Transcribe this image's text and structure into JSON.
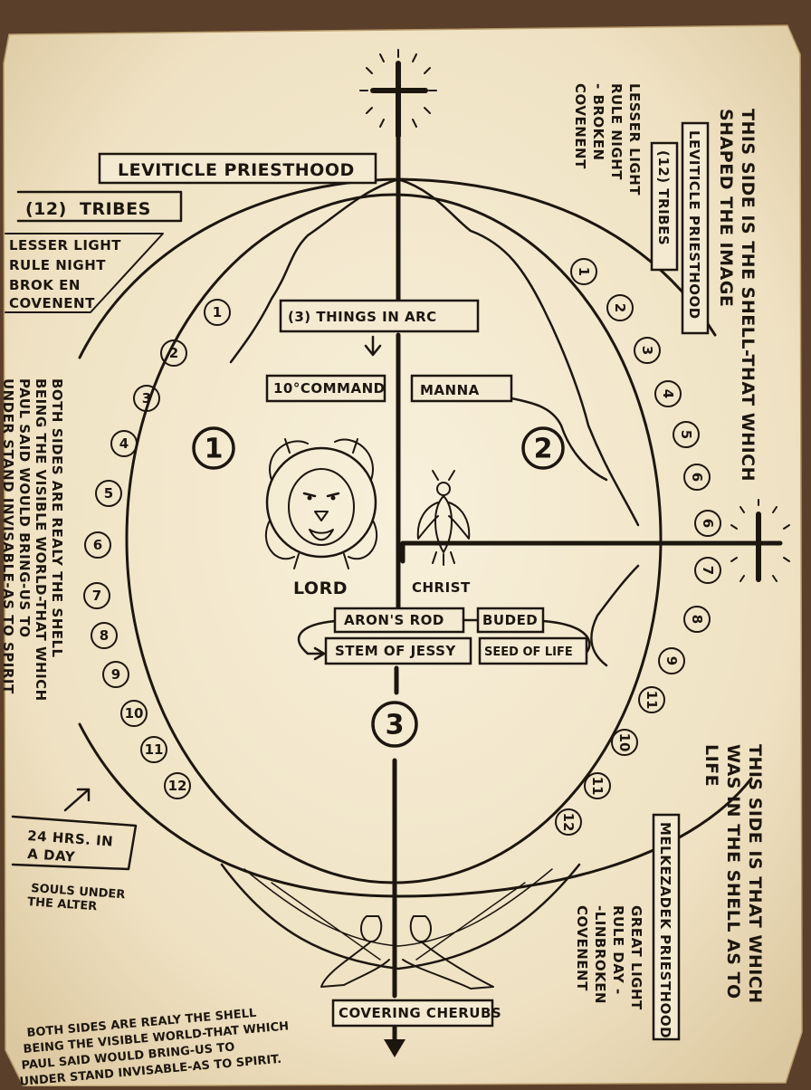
{
  "header": {
    "leviticle_priesthood": "LEVITICLE PRIESTHOOD",
    "twelve_tribes_num": "(12)",
    "twelve_tribes_word": "TRIBES"
  },
  "left_note": {
    "lines": [
      "LESSER  LIGHT",
      "RULE  NIGHT",
      "BROK EN",
      "COVENENT"
    ]
  },
  "center": {
    "three_things": "(3) THINGS IN ARC",
    "ten_command": "10°COMMAND",
    "manna": "MANNA",
    "lord": "LORD",
    "christ": "CHRIST",
    "arons_rod": "ARON'S ROD",
    "buded": "BUDED",
    "stem_of_jessy": "STEM OF JESSY",
    "seed_of_life": "SEED OF LIFE",
    "covering_cherubs": "COVERING CHERUBS",
    "section_numbers": [
      "1",
      "2",
      "3"
    ]
  },
  "left_circles": [
    "1",
    "2",
    "3",
    "4",
    "5",
    "6",
    "7",
    "8",
    "9",
    "10",
    "11",
    "12"
  ],
  "right_circles": [
    "1",
    "2",
    "3",
    "4",
    "5",
    "6",
    "6",
    "7",
    "8",
    "9",
    "11",
    "10",
    "11",
    "12"
  ],
  "left_vertical": {
    "lines": [
      "BOTH SIDES ARE REALY THE SHELL",
      "BEING THE VISIBLE WORLD-THAT WHICH",
      "PAUL SAID WOULD BRING-US TO",
      "UNDER STAND INVISABLE-AS TO SPIRIT"
    ]
  },
  "right_top_vertical": {
    "title_lines": [
      "THIS SIDE IS THE SHELL-THAT WHICH",
      "SHAPED THE IMAGE"
    ],
    "box1": "LEVITICLE PRIESTHOOD",
    "box2": "(12) TRIBES",
    "note_lines": [
      "LESSER LIGHT",
      "RULE NIGHT",
      "- BROKEN",
      "COVENENT"
    ]
  },
  "right_bottom_vertical": {
    "title_lines": [
      "THIS SIDE IS THAT WHICH",
      "WAS IN THE SHELL AS TO",
      "LIFE"
    ],
    "box": "MELKEZADEK PRIESTHOOD",
    "note_lines": [
      "GREAT LIGHT",
      "RULE DAY -",
      "-LINBROKEN",
      "COVENENT"
    ]
  },
  "hours_box": {
    "lines": [
      "24 HRS. IN",
      "A DAY"
    ]
  },
  "souls": {
    "lines": [
      "SOULS UNDER",
      "THE ALTER"
    ]
  },
  "bottom_note": {
    "lines": [
      "BOTH SIDES ARE REALY THE SHELL",
      "BEING THE VISIBLE WORLD-THAT WHICH",
      "PAUL SAID WOULD BRING-US TO",
      "UNDER STAND INVISABLE-AS TO SPIRIT."
    ]
  },
  "colors": {
    "paper": "#f4ead2",
    "ink": "#1d160f",
    "table": "#5a3f2a"
  }
}
